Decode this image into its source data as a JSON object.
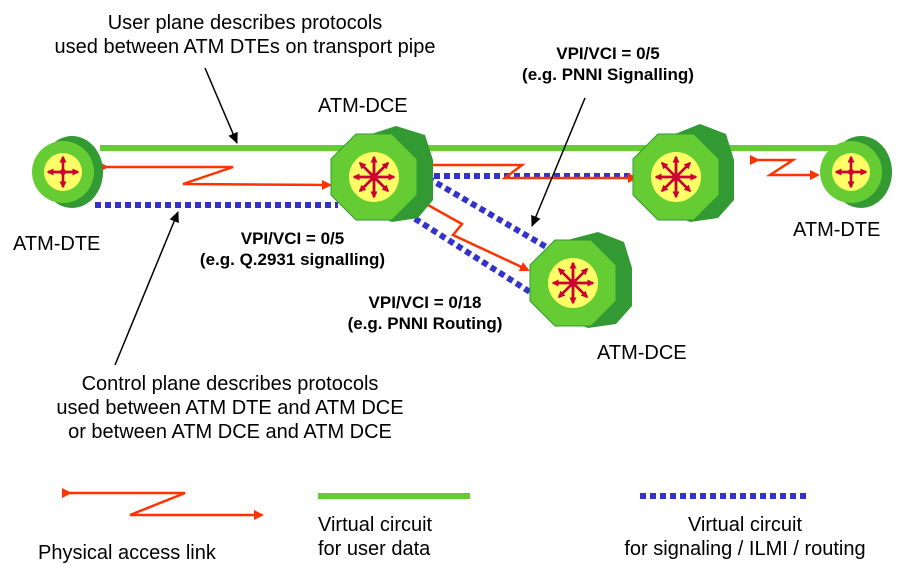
{
  "annotations": {
    "user_plane": [
      "User plane describes protocols",
      "used between ATM DTEs on transport pipe"
    ],
    "control_plane": [
      "Control plane describes protocols",
      "used between ATM DTE and ATM  DCE",
      "or between ATM DCE and ATM DCE"
    ]
  },
  "nodes": {
    "dte_left": "ATM-DTE",
    "dte_right": "ATM-DTE",
    "dce_top": "ATM-DCE",
    "dce_bottom": "ATM-DCE"
  },
  "vc_labels": {
    "pnni_signalling": [
      "VPI/VCI = 0/5",
      "(e.g. PNNI Signalling)"
    ],
    "q2931": [
      "VPI/VCI = 0/5",
      "(e.g. Q.2931 signalling)"
    ],
    "pnni_routing": [
      "VPI/VCI = 0/18",
      "(e.g. PNNI Routing)"
    ]
  },
  "legend": {
    "physical": "Physical access link",
    "user_vc": [
      "Virtual circuit",
      "for user data"
    ],
    "signal_vc": [
      "Virtual circuit",
      "for signaling / ILMI / routing"
    ]
  },
  "colors": {
    "green": "#66cc33",
    "dark_green": "#339933",
    "blue": "#3333cc",
    "red": "#ff3300",
    "yellow": "#ffff66",
    "arrow_red": "#cc0033"
  }
}
